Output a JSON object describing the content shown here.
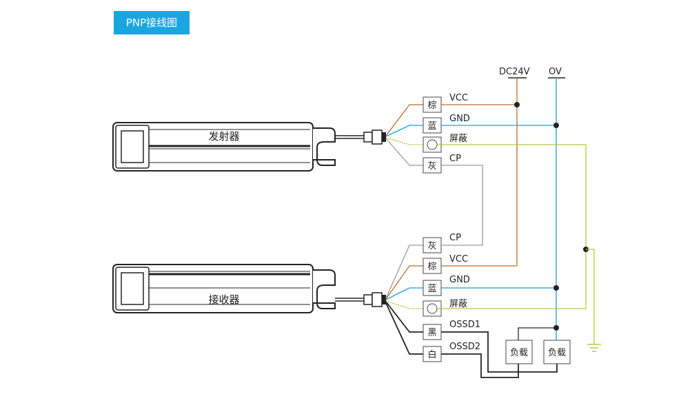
{
  "title": "PNP接线图",
  "emitter": {
    "label": "发射器"
  },
  "receiver": {
    "label": "接收器"
  },
  "power": {
    "plus": "DC24V",
    "minus": "OV"
  },
  "emitter_terminals": [
    {
      "color_label": "棕",
      "signal": "VCC"
    },
    {
      "color_label": "蓝",
      "signal": "GND"
    },
    {
      "color_label": "",
      "signal": "屏蔽"
    },
    {
      "color_label": "灰",
      "signal": "CP"
    }
  ],
  "receiver_terminals": [
    {
      "color_label": "灰",
      "signal": "CP"
    },
    {
      "color_label": "棕",
      "signal": "VCC"
    },
    {
      "color_label": "蓝",
      "signal": "GND"
    },
    {
      "color_label": "",
      "signal": "屏蔽"
    },
    {
      "color_label": "黑",
      "signal": "OSSD1"
    },
    {
      "color_label": "白",
      "signal": "OSSD2"
    }
  ],
  "loads": [
    "负载",
    "负载"
  ],
  "wire_colors": {
    "brown": "#b5702a",
    "blue": "#1a9fd6",
    "shield": "#b8c83a",
    "gray": "#9a9a9a",
    "black": "#222222"
  }
}
